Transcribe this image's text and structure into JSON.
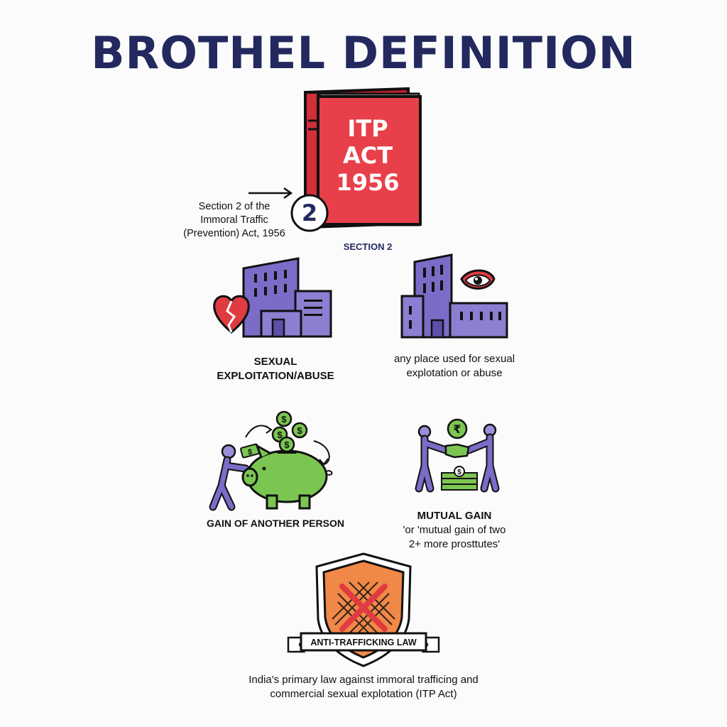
{
  "title": "BROTHEL DEFINITION",
  "book": {
    "line1": "ITP",
    "line2": "ACT",
    "line3": "1956",
    "badge": "2",
    "caption": "SECTION 2"
  },
  "section_reference": {
    "line1": "Section 2 of the",
    "line2": "Immoral Traffic",
    "line3": "(Prevention) Act, 1956"
  },
  "cards": {
    "sexual_exploitation": {
      "line1": "SEXUAL",
      "line2": "EXPLOITATION/ABUSE"
    },
    "any_place": {
      "line1": "any place used for sexual",
      "line2": "explotation or abuse"
    },
    "gain_of_another": {
      "label": "GAIN OF ANOTHER PERSON",
      "currency_symbol": "$"
    },
    "mutual_gain": {
      "heading": "MUTUAL GAIN",
      "line1": "'or 'mutual gain of two",
      "line2": "2+ more prosttutes'",
      "currency_symbol": "₹",
      "bundle_symbol": "$"
    }
  },
  "shield": {
    "ribbon": "ANTI-TRAFFICKING LAW"
  },
  "footer": {
    "line1": "India's primary law against immoral trafficing and",
    "line2": "commercial sexual explotation (ITP Act)"
  },
  "colors": {
    "navy": "#23295e",
    "book_red": "#e8404a",
    "building_purple": "#7a6cc7",
    "heart_red": "#e03b40",
    "money_green": "#7bc652",
    "shield_orange": "#f08848"
  },
  "icons": [
    "law-book-icon",
    "section-badge-icon",
    "broken-heart-building-icon",
    "watching-eye-building-icon",
    "piggy-bank-icon",
    "handshake-money-icon",
    "shield-crossed-net-icon"
  ]
}
